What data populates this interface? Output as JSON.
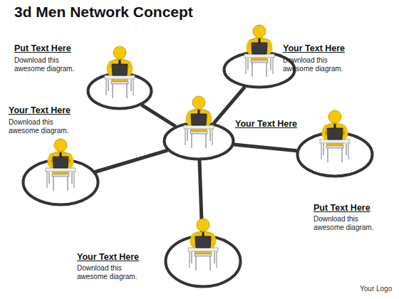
{
  "diagram": {
    "title": "3d Men Network Concept",
    "nodes": [
      {
        "text": [
          "Put Text Here",
          "Download this awesome diagram."
        ]
      },
      {
        "text": [
          "Your Text Here",
          "Download this awesome diagram."
        ]
      },
      {
        "text": [
          "Your Text Here",
          "Download this awesome diagram."
        ]
      },
      {
        "text": [
          "Your Text Here"
        ]
      },
      {
        "text": [
          "Put Text Here",
          "Download this awesome diagram."
        ]
      },
      {
        "text": [
          "Your Text Here",
          "Download this awesome diagram."
        ]
      }
    ],
    "edges": [
      {
        "from": 3,
        "to": 0,
        "arrow": "none"
      },
      {
        "from": 3,
        "to": 1,
        "arrow": "none"
      },
      {
        "from": 3,
        "to": 2,
        "arrow": "none"
      },
      {
        "from": 3,
        "to": 4,
        "arrow": "none"
      },
      {
        "from": 3,
        "to": 5,
        "arrow": "none"
      }
    ],
    "labels": [
      "Your Logo"
    ]
  }
}
